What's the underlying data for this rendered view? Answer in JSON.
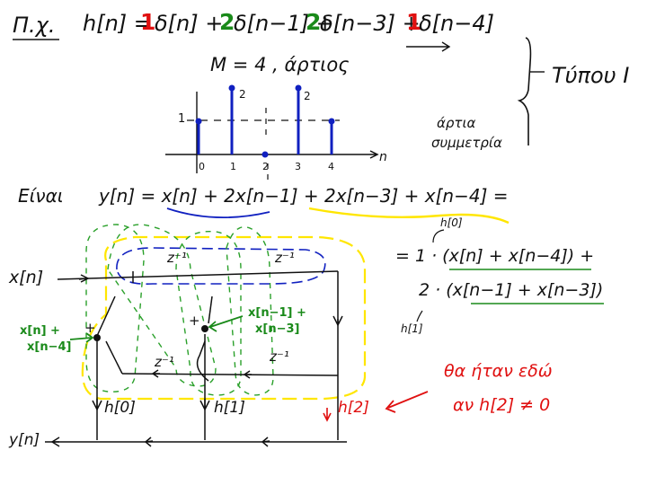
{
  "equation": {
    "prefix": "Π.χ.",
    "lhs": "h[n] =",
    "c0": "1",
    "t0": "δ[n] +",
    "c1": "2",
    "t1": "δ[n−1] +",
    "c3": "2",
    "t3": "δ[n−3] +",
    "c4": "1",
    "t4": "δ[n−4]"
  },
  "order_line": "M = 4 ,  άρτιος",
  "type_label": "Τύπου I",
  "symmetry_label": {
    "line1": "άρτια",
    "line2": "συμμετρία"
  },
  "stem_plot": {
    "n_values": [
      0,
      1,
      2,
      3,
      4
    ],
    "h_values": [
      1,
      2,
      0,
      2,
      1
    ],
    "ytick_label": "1",
    "value_labels": [
      "2",
      "2"
    ],
    "xtick_labels": [
      "0",
      "1",
      "2",
      "3",
      "4"
    ],
    "axis_label": "n",
    "colors": {
      "stem": "#1020c0",
      "axis": "#111111"
    }
  },
  "einai": {
    "word": "Είναι",
    "formula": "y[n] = x[n] + 2x[n−1] + 2x[n−3] + x[n−4] ="
  },
  "grouped": {
    "h0_tag": "h[0]",
    "line1": "= 1 · (x[n] + x[n−4]) +",
    "line2": "2 · (x[n−1] + x[n−3])",
    "h1_tag": "h[1]"
  },
  "diagram": {
    "input": "x[n]",
    "output": "y[n]",
    "delays": [
      "z⁻¹",
      "z⁻¹",
      "z⁻¹",
      "z⁻¹"
    ],
    "sum_label_left": {
      "line1": "x[n] +",
      "line2": "x[n−4]"
    },
    "sum_label_right": {
      "line1": "x[n−1] +",
      "line2": "x[n−3]"
    },
    "plus": "+",
    "coef_h0": "h[0]",
    "coef_h1": "h[1]",
    "coef_h2": "h[2]"
  },
  "note": {
    "line1": "θα ήταν εδώ",
    "line2": "αν  h[2] ≠ 0"
  },
  "colors": {
    "red": "#e01010",
    "green": "#1a8a1a",
    "blue": "#1020c0",
    "yellow": "#ffe600",
    "dash_green": "#2aa02a"
  }
}
